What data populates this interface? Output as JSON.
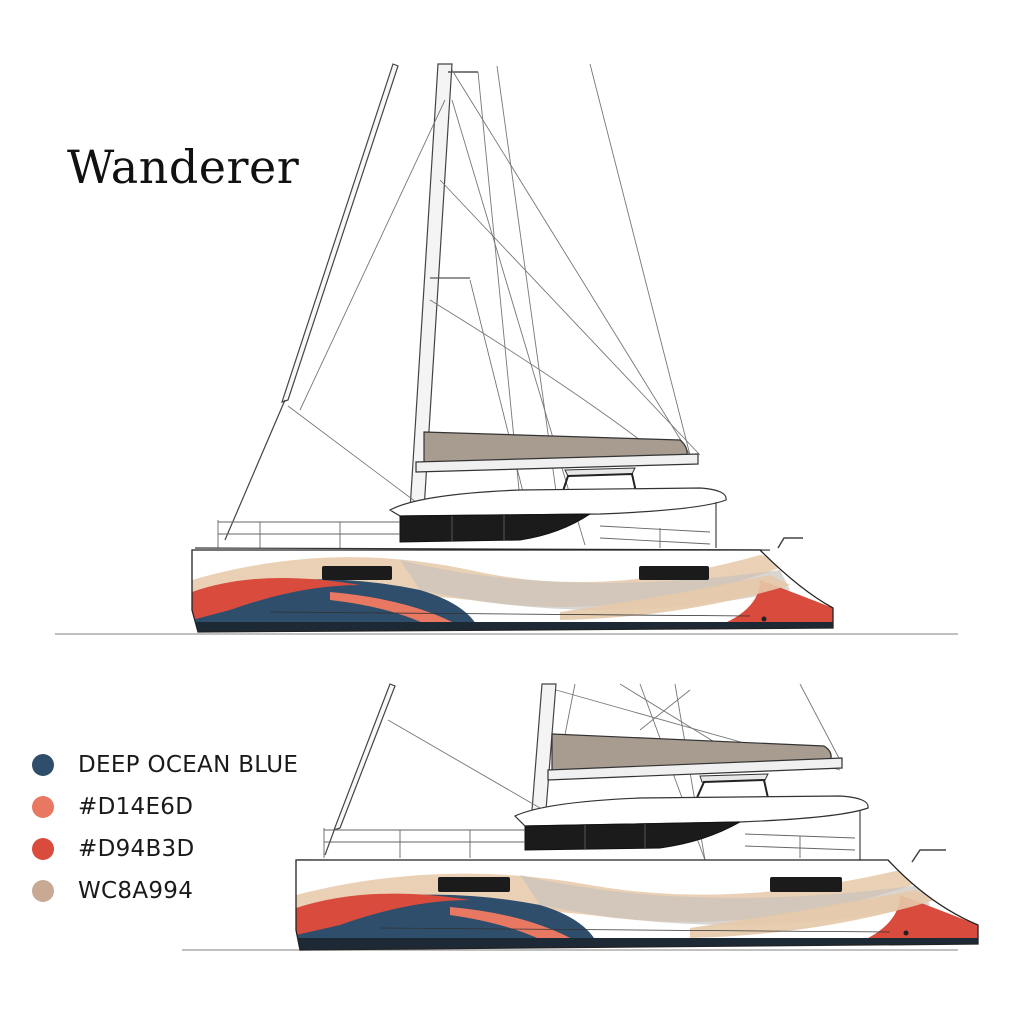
{
  "title": "Wanderer",
  "palette": [
    {
      "label": "DEEP OCEAN BLUE",
      "color": "#2f4e6c"
    },
    {
      "label": "#D14E6D",
      "color": "#e97862"
    },
    {
      "label": "#D94B3D",
      "color": "#d94b3d"
    },
    {
      "label": "WC8A994",
      "color": "#c8a994"
    }
  ],
  "colors": {
    "hull_white": "#ffffff",
    "hull_stroke": "#222222",
    "sail_cover": "#a89b90",
    "sand": "#e6c9a8",
    "grey_swoosh": "#c9c3be",
    "window": "#1b1b1b",
    "waterline": "#9a9a9a"
  }
}
